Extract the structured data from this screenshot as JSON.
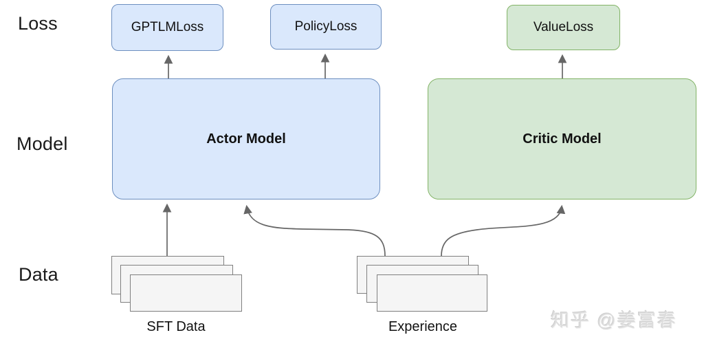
{
  "diagram": {
    "title_rows": {
      "loss": "Loss",
      "model": "Model",
      "data": "Data"
    },
    "loss_boxes": [
      {
        "label": "GPTLMLoss",
        "color": "blue"
      },
      {
        "label": "PolicyLoss",
        "color": "blue"
      },
      {
        "label": "ValueLoss",
        "color": "green"
      }
    ],
    "model_boxes": [
      {
        "label": "Actor Model",
        "color": "blue"
      },
      {
        "label": "Critic Model",
        "color": "green"
      }
    ],
    "data_stacks": [
      {
        "label": "SFT Data"
      },
      {
        "label": "Experience"
      }
    ],
    "arrows": [
      {
        "from": "SFT Data",
        "to": "Actor Model"
      },
      {
        "from": "Experience",
        "to": "Actor Model"
      },
      {
        "from": "Experience",
        "to": "Critic Model"
      },
      {
        "from": "Actor Model",
        "to": "GPTLMLoss"
      },
      {
        "from": "Actor Model",
        "to": "PolicyLoss"
      },
      {
        "from": "Critic Model",
        "to": "ValueLoss"
      }
    ],
    "colors": {
      "blue_fill": "#dae8fc",
      "blue_border": "#6c8ebf",
      "green_fill": "#d5e8d4",
      "green_border": "#82b366",
      "sheet_fill": "#f5f5f5",
      "sheet_border": "#7f7f7f",
      "arrow": "#666666",
      "background": "#ffffff"
    },
    "watermark": "知乎 @姜富春"
  }
}
